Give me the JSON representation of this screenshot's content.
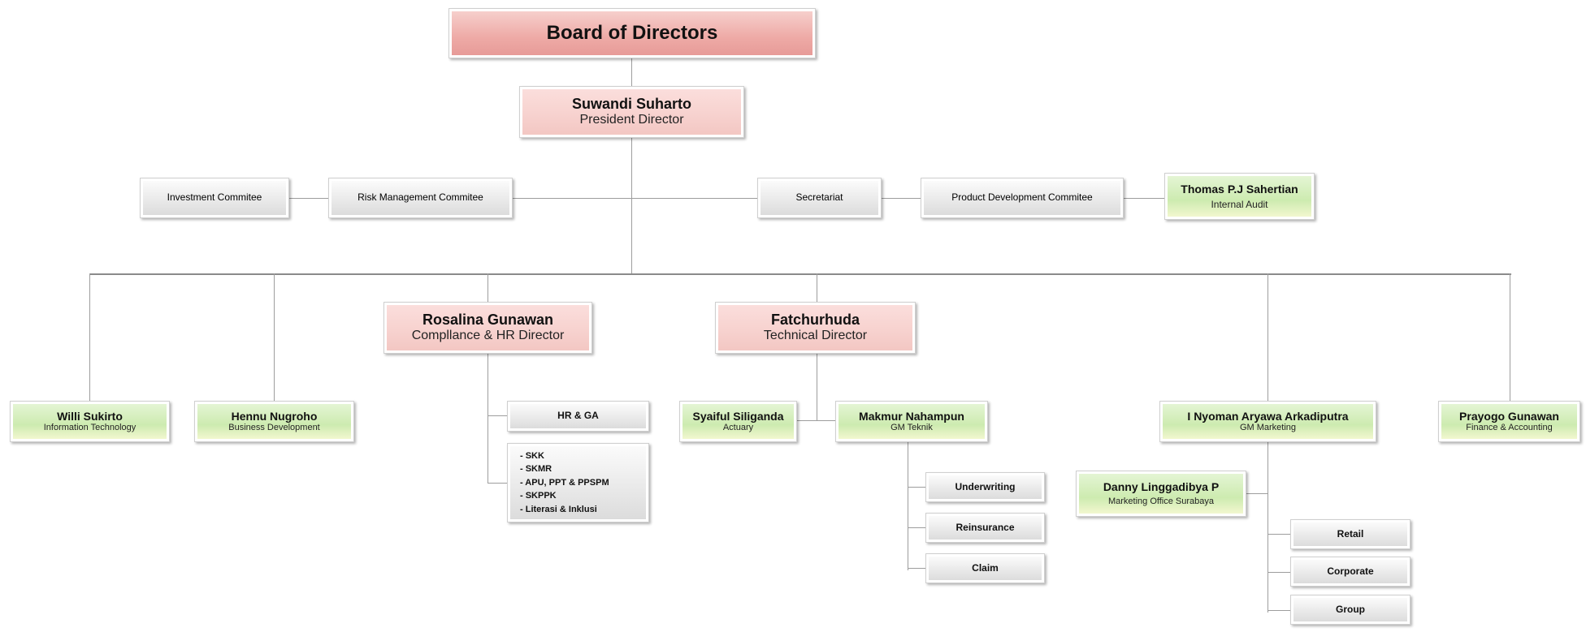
{
  "chart_title": "Board of Directors",
  "nodes": {
    "board": {
      "name": "Board of Directors"
    },
    "president": {
      "name": "Suwandi  Suharto",
      "role": "President Director"
    },
    "investment_committee": {
      "name": "Investment Commitee"
    },
    "risk_committee": {
      "name": "Risk Management Commitee"
    },
    "secretariat": {
      "name": "Secretariat"
    },
    "product_dev_committee": {
      "name": "Product Development  Commitee"
    },
    "internal_audit": {
      "name": "Thomas P.J Sahertian",
      "role": "Internal Audit"
    },
    "compliance_director": {
      "name": "Rosalina  Gunawan",
      "role": "Compllance & HR Director"
    },
    "technical_director": {
      "name": "Fatchurhuda",
      "role": "Technical Director"
    },
    "information_technology": {
      "name": "Willi Sukirto",
      "role": "Information Technology"
    },
    "business_development": {
      "name": "Hennu Nugroho",
      "role": "Business Development"
    },
    "hr_ga": {
      "name": "HR & GA"
    },
    "compliance_units": {
      "items": [
        "- SKK",
        "- SKMR",
        "- APU, PPT & PPSPM",
        "- SKPPK",
        "- Literasi & Inklusi"
      ]
    },
    "actuary": {
      "name": "Syaiful Siliganda",
      "role": "Actuary"
    },
    "gm_teknik": {
      "name": "Makmur Nahampun",
      "role": "GM Teknik"
    },
    "underwriting": {
      "name": "Underwriting"
    },
    "reinsurance": {
      "name": "Reinsurance"
    },
    "claim": {
      "name": "Claim"
    },
    "gm_marketing": {
      "name": "I Nyoman Aryawa Arkadiputra",
      "role": "GM Marketing"
    },
    "marketing_surabaya": {
      "name": "Danny Linggadibya P",
      "role": "Marketing Office Surabaya"
    },
    "retail": {
      "name": "Retail"
    },
    "corporate": {
      "name": "Corporate"
    },
    "group": {
      "name": "Group"
    },
    "finance_accounting": {
      "name": "Prayogo Gunawan",
      "role": "Finance & Accounting"
    }
  },
  "colors": {
    "pink": "#f3c7c3",
    "board_pink": "#e79b98",
    "green": "#cdebb0",
    "grey": "#dcdcdc",
    "connector": "#9d9d9d"
  }
}
